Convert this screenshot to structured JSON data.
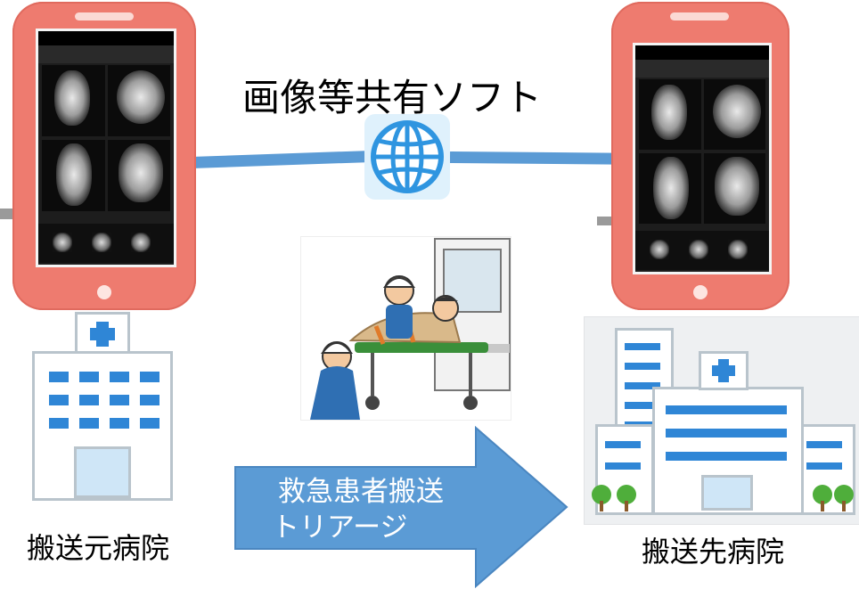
{
  "title": "画像等共有ソフト",
  "arrow_label_line1": "救急患者搬送",
  "arrow_label_line2": "トリアージ",
  "source_hospital_label": "搬送元病院",
  "destination_hospital_label": "搬送先病院",
  "colors": {
    "phone": "#ee7b6f",
    "link_line": "#5b9bd5",
    "globe": "#2f95e0",
    "arrow": "#5b9bd5",
    "hospital_window": "#2f86d6",
    "building_outline": "#b9c4cc"
  },
  "icons": {
    "globe": "globe-icon",
    "hospital": "hospital-building-icon",
    "phone": "smartphone-icon"
  }
}
